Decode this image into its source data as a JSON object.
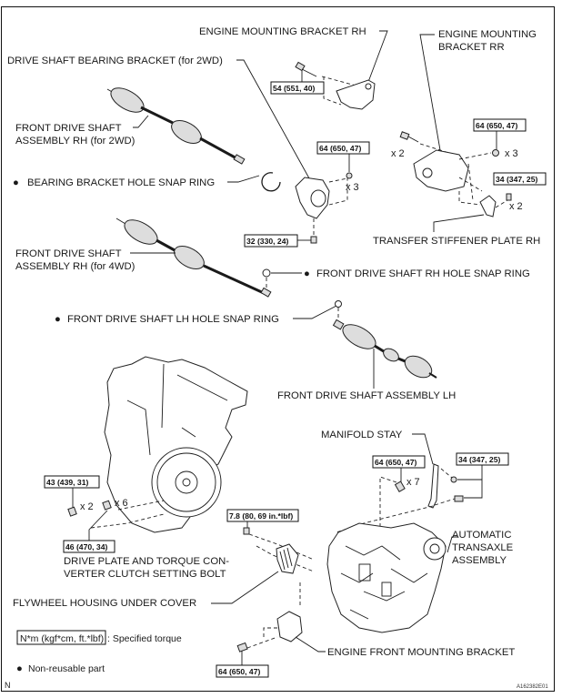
{
  "labels": {
    "engine_mounting_bracket_rh": "ENGINE MOUNTING BRACKET RH",
    "engine_mounting_bracket_rr_1": "ENGINE MOUNTING",
    "engine_mounting_bracket_rr_2": "BRACKET RR",
    "drive_shaft_bearing_bracket": "DRIVE SHAFT BEARING BRACKET (for 2WD)",
    "front_drive_shaft_rh_2wd_1": "FRONT DRIVE SHAFT",
    "front_drive_shaft_rh_2wd_2": "ASSEMBLY RH (for 2WD)",
    "bearing_bracket_hole_snap_ring": "BEARING BRACKET HOLE SNAP RING",
    "transfer_stiffener_plate_rh": "TRANSFER STIFFENER PLATE RH",
    "front_drive_shaft_rh_4wd_1": "FRONT DRIVE SHAFT",
    "front_drive_shaft_rh_4wd_2": "ASSEMBLY RH (for 4WD)",
    "front_drive_shaft_rh_hole_snap_ring": "FRONT DRIVE SHAFT RH HOLE SNAP RING",
    "front_drive_shaft_lh_hole_snap_ring": "FRONT DRIVE SHAFT LH HOLE SNAP RING",
    "front_drive_shaft_assembly_lh": "FRONT DRIVE SHAFT ASSEMBLY LH",
    "manifold_stay": "MANIFOLD STAY",
    "automatic_transaxle_1": "AUTOMATIC",
    "automatic_transaxle_2": "TRANSAXLE",
    "automatic_transaxle_3": "ASSEMBLY",
    "drive_plate_bolt_1": "DRIVE PLATE AND TORQUE CON-",
    "drive_plate_bolt_2": "VERTER CLUTCH SETTING BOLT",
    "flywheel_housing_under_cover": "FLYWHEEL HOUSING UNDER COVER",
    "engine_front_mounting_bracket": "ENGINE FRONT MOUNTING BRACKET"
  },
  "torques": {
    "rh_bracket": "54 (551, 40)",
    "bearing_bracket_top": "64 (650, 47)",
    "bearing_bracket_bottom": "32 (330, 24)",
    "rr_bracket": "64 (650, 47)",
    "stiffener": "34 (347, 25)",
    "engine_left": "43 (439, 31)",
    "drive_plate": "46 (470, 34)",
    "under_cover": "7.8 (80, 69 in.*lbf)",
    "transaxle_bolts": "64 (650, 47)",
    "manifold_stay": "34 (347, 25)",
    "front_mount": "64 (650, 47)"
  },
  "quantities": {
    "bearing_bracket": "x 3",
    "rr_left": "x 2",
    "rr_right": "x 3",
    "stiffener": "x 2",
    "engine_left": "x 2",
    "drive_plate": "x 6",
    "transaxle": "x 7"
  },
  "legend": {
    "torque_unit": "N*m (kgf*cm, ft.*lbf)",
    "torque_desc": ": Specified torque",
    "non_reusable": "Non-reusable part",
    "bullet": "●"
  },
  "footer": {
    "left_mark": "N",
    "figure_id": "A162382E01"
  }
}
